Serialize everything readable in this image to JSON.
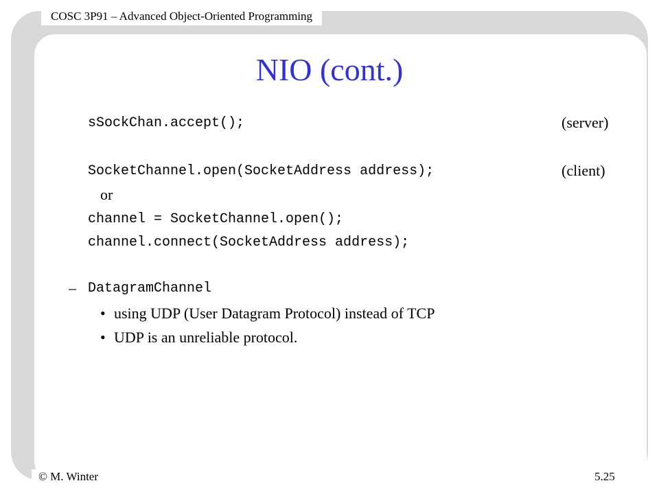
{
  "header": {
    "course": "COSC 3P91 – Advanced Object-Oriented Programming"
  },
  "slide": {
    "title": "NIO (cont.)",
    "lines": {
      "server_code": "sSockChan.accept();",
      "server_note": "(server)",
      "client_code": "SocketChannel.open(SocketAddress address);",
      "client_note": "(client)",
      "or_text": "or",
      "channel_open": "channel = SocketChannel.open();",
      "channel_connect": "channel.connect(SocketAddress address);",
      "dash": "–",
      "datagram_channel": "DatagramChannel"
    },
    "bullets": [
      "using UDP (User Datagram Protocol) instead of TCP",
      "UDP is an unreliable protocol."
    ],
    "bullet_glyph": "•"
  },
  "footer": {
    "author": "© M. Winter",
    "page": "5.25"
  }
}
